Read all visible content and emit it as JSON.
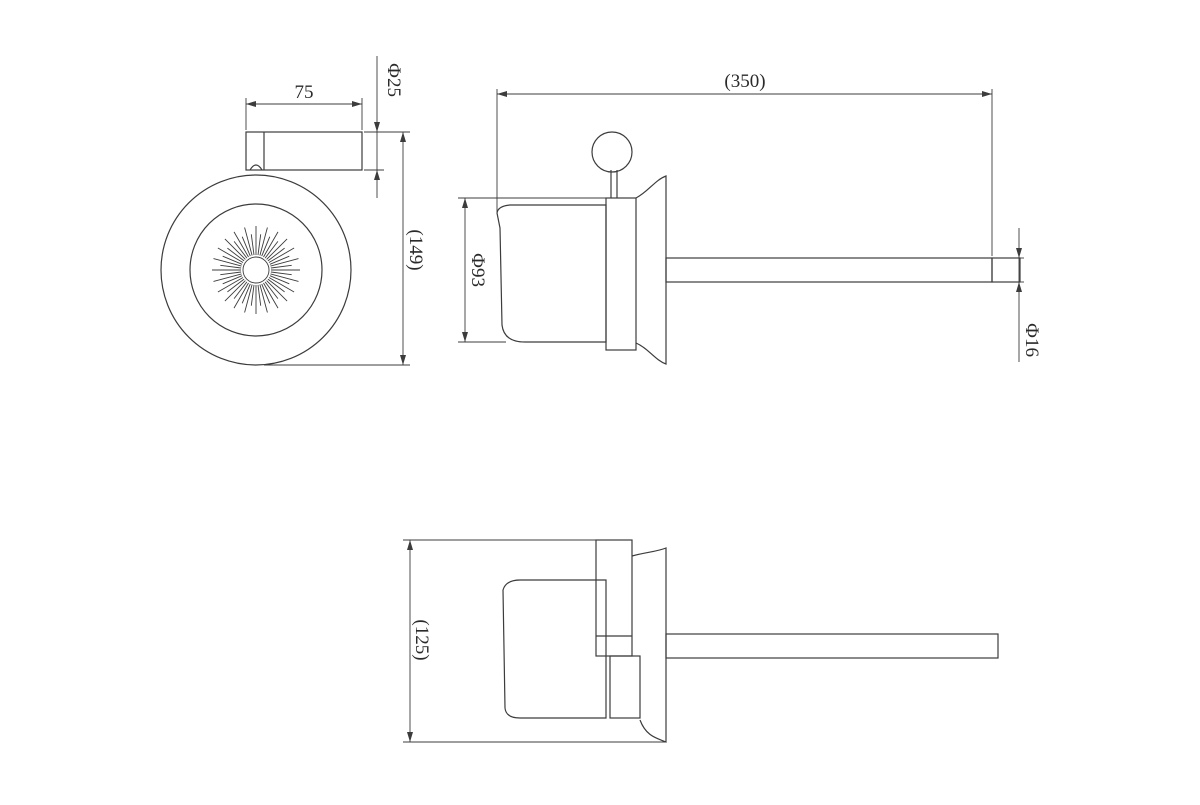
{
  "dimensions": {
    "front_width": "75",
    "tube_diameter": "Ф25",
    "front_height": "(149)",
    "overall_length": "(350)",
    "holder_diameter": "Ф93",
    "rod_diameter": "Ф16",
    "bottom_height": "(125)"
  },
  "colors": {
    "line": "#3c3c3c",
    "background": "#ffffff"
  }
}
